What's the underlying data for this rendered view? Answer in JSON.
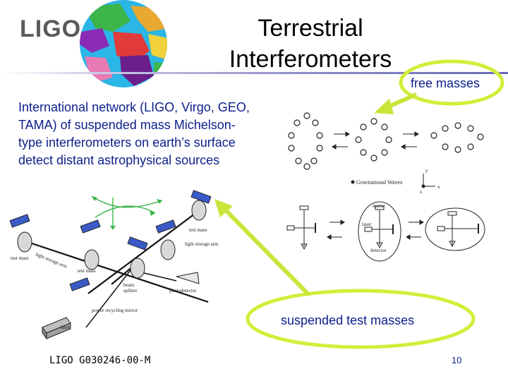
{
  "slide": {
    "logo": "LIGO",
    "title_line1": "Terrestrial",
    "title_line2": "Interferometers",
    "body_text": "International network (LIGO, Virgo, GEO, TAMA)  of suspended mass Michelson-type interferometers on earth’s surface detect distant astrophysical sources",
    "callout_free": "free masses",
    "callout_suspended": "suspended test masses",
    "footer_id": "LIGO G030246-00-M",
    "page_number": "10"
  },
  "diagram_labels": {
    "test_mass": "test mass",
    "light_storage_arm": "light storage arm",
    "beam_splitter_1": "beam",
    "beam_splitter_2": "splitter",
    "photodetector": "photodetector",
    "power_recycling_mirror": "power recycling mirror",
    "laser": "laser",
    "gravitational_waves": "Gravitational Waves",
    "axis_y": "y",
    "axis_x": "x",
    "axis_z": "z",
    "mirror": "mirror",
    "detector": "detector"
  },
  "colors": {
    "accent_blue": "#0b1f8a",
    "callout_ring": "#d2ee3a",
    "callout_arrow": "#c8e63a",
    "globe_ocean": "#2ab6e6"
  }
}
